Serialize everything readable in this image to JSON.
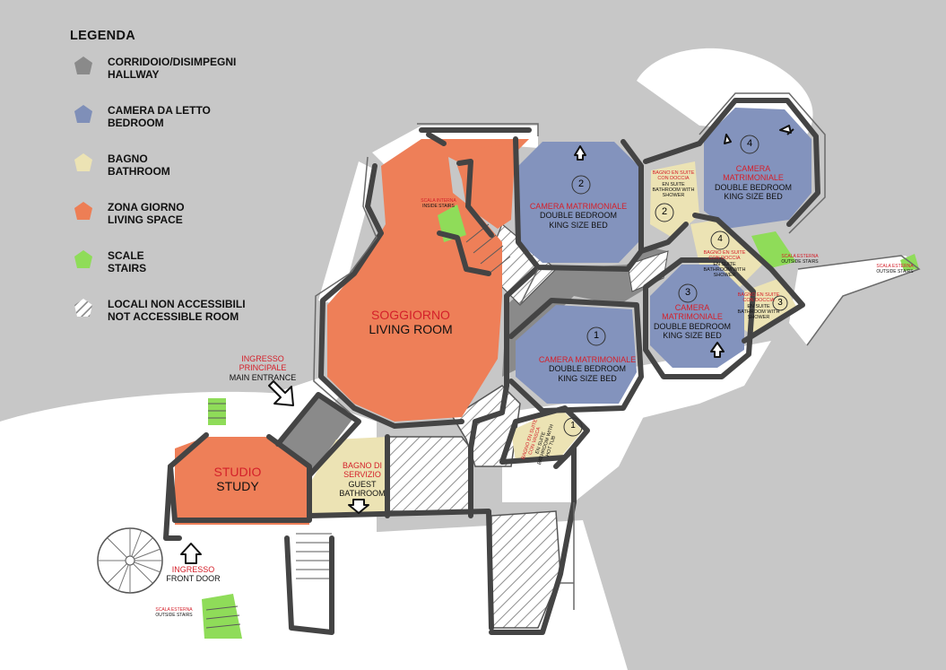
{
  "legend": {
    "title": "LEGENDA",
    "items": [
      {
        "line1": "CORRIDOIO/DISIMPEGNI",
        "line2": "HALLWAY",
        "color": "#8a8a8a",
        "icon": "hallway-swatch-icon"
      },
      {
        "line1": "CAMERA DA LETTO",
        "line2": "BEDROOM",
        "color": "#7f8fb8",
        "icon": "bedroom-swatch-icon"
      },
      {
        "line1": "BAGNO",
        "line2": "BATHROOM",
        "color": "#ece3b4",
        "icon": "bathroom-swatch-icon"
      },
      {
        "line1": "ZONA GIORNO",
        "line2": "LIVING SPACE",
        "color": "#ed7e55",
        "icon": "living-swatch-icon"
      },
      {
        "line1": "SCALE",
        "line2": "STAIRS",
        "color": "#8fdc59",
        "icon": "stairs-swatch-icon"
      },
      {
        "line1": "LOCALI NON ACCESSIBILI",
        "line2": "NOT ACCESSIBLE ROOM",
        "color": "#ffffff",
        "icon": "hatched-swatch-icon"
      }
    ]
  },
  "colors": {
    "hallway": "#8a8a8a",
    "bedroom": "#8393bd",
    "bathroom": "#ece3b4",
    "living": "#ee7f58",
    "stairs": "#8fdc59",
    "wall": "#4a4a4a",
    "background": "#c7c7c7",
    "outdoor": "#ffffff"
  },
  "rooms": {
    "living": {
      "it": "SOGGIORNO",
      "en": "LIVING ROOM"
    },
    "study": {
      "it": "STUDIO",
      "en": "STUDY"
    },
    "guest_bath": {
      "it1": "BAGNO DI",
      "it2": "SERVIZIO",
      "en1": "GUEST",
      "en2": "BATHROOM"
    },
    "bed2": {
      "num": "2",
      "it": "CAMERA MATRIMONIALE",
      "en1": "DOUBLE BEDROOM",
      "en2": "KING SIZE BED"
    },
    "bed4": {
      "num": "4",
      "it1": "CAMERA",
      "it2": "MATRIMONIALE",
      "en1": "DOUBLE BEDROOM",
      "en2": "KING SIZE BED"
    },
    "bed3": {
      "num": "3",
      "it1": "CAMERA",
      "it2": "MATRIMONIALE",
      "en1": "DOUBLE BEDROOM",
      "en2": "KING SIZE BED"
    },
    "bed1": {
      "num": "1",
      "it": "CAMERA MATRIMONIALE",
      "en1": "DOUBLE BEDROOM",
      "en2": "KING SIZE BED"
    },
    "bath2": {
      "num": "2",
      "it1": "BAGNO EN SUITE",
      "it2": "CON DOCCIA",
      "en1": "EN SUITE",
      "en2": "BATHROOM WITH",
      "en3": "SHOWER"
    },
    "bath4": {
      "num": "4",
      "it1": "BAGNO EN SUITE",
      "it2": "CON DOCCIA",
      "en1": "EN SUITE",
      "en2": "BATHROOM WITH",
      "en3": "SHOWER"
    },
    "bath3": {
      "num": "3",
      "it1": "BAGNO EN SUITE",
      "it2": "CON DOCCIA",
      "en1": "EN SUITE",
      "en2": "BATHROOM WITH",
      "en3": "SHOWER"
    },
    "bath1": {
      "num": "1",
      "it1": "BAGNO EN SUITE",
      "it2": "CON VASCA",
      "en1": "EN SUITE",
      "en2": "BATHROOM WITH",
      "en3": "HOT TUB"
    }
  },
  "labels": {
    "main_entrance": {
      "it1": "INGRESSO",
      "it2": "PRINCIPALE",
      "en": "MAIN ENTRANCE"
    },
    "front_door": {
      "it": "INGRESSO",
      "en": "FRONT DOOR"
    },
    "inside_stairs": {
      "it": "SCALA INTERNA",
      "en": "INSIDE STAIRS"
    },
    "outside_stairs_right": {
      "it": "SCALA ESTERNA",
      "en": "OUTSIDE STAIRS"
    },
    "outside_stairs_far": {
      "it": "SCALA ESTERNA",
      "en": "OUTSIDE STAIRS"
    },
    "outside_stairs_bottom": {
      "it": "SCALA ESTERNA",
      "en": "OUTSIDE STAIRS"
    }
  }
}
